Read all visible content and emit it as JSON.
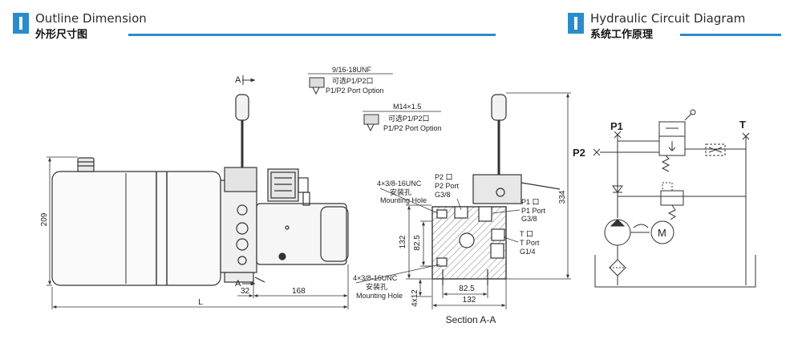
{
  "colors": {
    "accent": "#2a8ccc",
    "line": "#333333",
    "hatch": "#666666"
  },
  "sections": {
    "outline": {
      "title_en": "Outline Dimension",
      "title_cn": "外形尺寸图"
    },
    "circuit": {
      "title_en": "Hydraulic Circuit Diagram",
      "title_cn": "系统工作原理"
    }
  },
  "outline": {
    "dim_209": "209",
    "dim_L": "L",
    "dim_32": "32",
    "dim_168": "168",
    "section_marker_top": "A",
    "section_marker_bottom": "A",
    "port_unf": {
      "thread": "9/16-18UNF",
      "cn": "可选P1/P2口",
      "en": "P1/P2 Port Option"
    },
    "port_m14": {
      "thread": "M14×1.5",
      "cn": "可选P1/P2口",
      "en": "P1/P2 Port Option"
    }
  },
  "section_aa": {
    "title": "Section A-A",
    "dim_334": "334",
    "dim_132_v": "132",
    "dim_82_5_v": "82.5",
    "dim_4x12": "4x12",
    "dim_82_5_h": "82.5",
    "dim_132_h": "132",
    "mount_top": {
      "thread": "4×3/8-16UNC",
      "cn": "安装孔",
      "en": "Mounting Hole"
    },
    "mount_bottom": {
      "thread": "4×3/8-16UNC",
      "cn": "安装孔",
      "en": "Mounting Hole"
    },
    "p2": {
      "cn": "P2 口",
      "en": "P2 Port",
      "size": "G3/8"
    },
    "p1": {
      "cn": "P1 口",
      "en": "P1 Port",
      "size": "G3/8"
    },
    "t": {
      "cn": "T 口",
      "en": "T Port",
      "size": "G1/4"
    }
  },
  "circuit": {
    "p1_label": "P1",
    "p2_label": "P2",
    "t_label": "T",
    "motor_label": "M"
  }
}
